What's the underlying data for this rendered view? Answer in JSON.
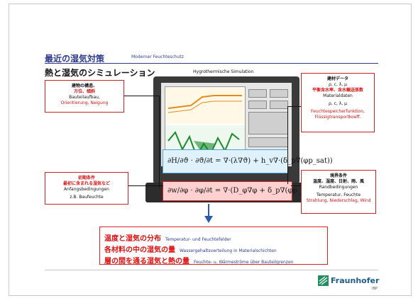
{
  "header": {
    "title_jp": "最近の湿気対策",
    "title_de": "Moderner Feuchteschutz",
    "subtitle_jp": "熱と湿気のシミュレーション",
    "subtitle_de": "Hygrothermische Simulation"
  },
  "left_top_box": {
    "line1": "建物の構造、",
    "line2": "方位、傾斜",
    "line3": "Bauteilaufbau,",
    "line4": "Orientierung, Neigung"
  },
  "right_top_box": {
    "line1": "建材データ",
    "line2": "ρ, c, λ, μ",
    "line3": "平衡含水率、含水輸送係数",
    "line4": "Materialdaten",
    "line5": "ρ, c, λ, μ",
    "line6": "Feuchtespeicherfunktion,",
    "line7": "Flüssigtransportkoeff."
  },
  "left_mid_box": {
    "line1": "初期条件",
    "line2": "最初に含まれる湿気など",
    "line3": "Anfangsbedingungen",
    "line4": "z.B. Baufeuchte"
  },
  "right_mid_box": {
    "line1": "境界条件",
    "line2": "温度、湿度、日射、雨、風",
    "line3": "Randbedingungen",
    "line4": "Temperatur, Feuchte",
    "line5": "Strahlung, Niederschlag, Wind"
  },
  "equations": {
    "eq1": "∂H/∂ϑ · ∂ϑ/∂t = ∇·(λ∇ϑ) + h_v∇·(δ_p∇(φp_sat))",
    "eq2": "∂w/∂φ · ∂φ/∂t = ∇·(D_φ∇φ + δ_p∇(φp_sat))"
  },
  "results": [
    {
      "jp": "温度と湿気の分布",
      "de": "Temperatur- und Feuchtefelder"
    },
    {
      "jp": "各材料の中の湿気の量",
      "de": "Wassergehaltsverteilung in Materialschichten"
    },
    {
      "jp": "層の間を通る湿気と熱の量",
      "de": "Feuchte- u. Wärmeströme über Bauteilgrenzen"
    }
  ],
  "logo": {
    "name": "Fraunhofer",
    "sub": "IBP"
  },
  "colors": {
    "accent": "#2d3a8c",
    "red": "#d11111",
    "eq1_bg": "#dff1fb",
    "eq2_bg": "#ffd0d0"
  }
}
